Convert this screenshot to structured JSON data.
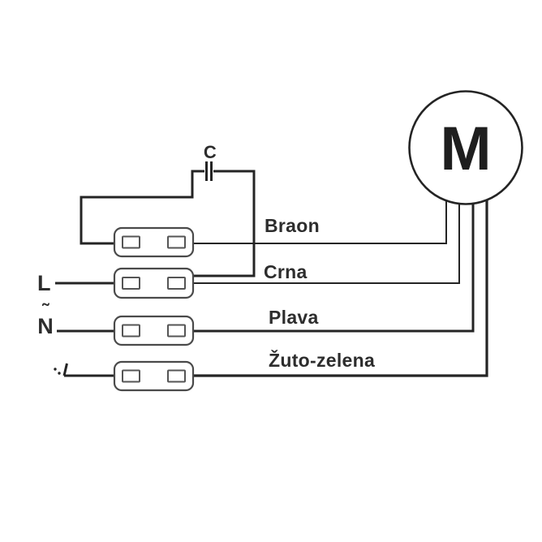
{
  "motor": {
    "label": "M"
  },
  "capacitor": {
    "label": "C"
  },
  "wires": [
    {
      "name": "braon",
      "label": "Braon"
    },
    {
      "name": "crna",
      "label": "Crna"
    },
    {
      "name": "plava",
      "label": "Plava"
    },
    {
      "name": "zuto-zelena",
      "label": "Žuto-zelena"
    }
  ],
  "terminals": [
    {
      "name": "live",
      "label": "L"
    },
    {
      "name": "neutral",
      "label": "N",
      "tilde": "˜"
    },
    {
      "name": "earth",
      "label": ""
    }
  ],
  "colors": {
    "line": "#242424",
    "block": "#4a4a4a",
    "slot": "#555555",
    "text": "#2d2d2d",
    "background": "#ffffff"
  }
}
